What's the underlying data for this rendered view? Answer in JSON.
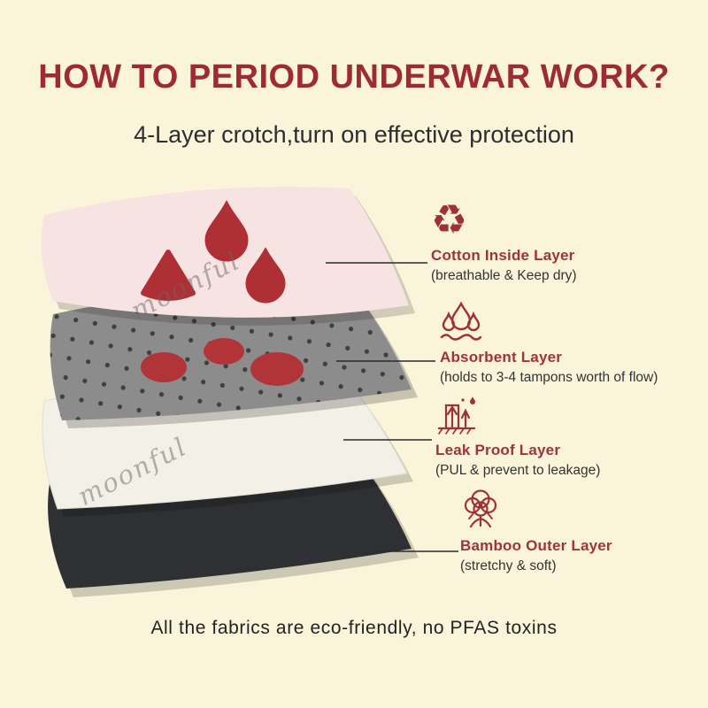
{
  "page": {
    "title": "HOW TO PERIOD UNDERWAR WORK?",
    "subtitle": "4-Layer crotch,turn on effective protection",
    "footer": "All the fabrics are eco-friendly, no PFAS toxins",
    "watermark": "moonful"
  },
  "labels": [
    {
      "icon": "recycle-icon",
      "glyph": "♻",
      "title": "Cotton Inside Layer",
      "description": "(breathable & Keep dry)"
    },
    {
      "icon": "absorbent-drops-icon",
      "title": "Absorbent Layer",
      "description": "(holds to 3-4 tampons worth of flow)"
    },
    {
      "icon": "leak-proof-icon",
      "title": "Leak Proof Layer",
      "description": "(PUL & prevent to leakage)"
    },
    {
      "icon": "cotton-flower-icon",
      "title": "Bamboo Outer Layer",
      "description": "(stretchy & soft)"
    }
  ],
  "diagram_layers": [
    {
      "name": "cotton-inside-sheet",
      "color": "#F7E3E2"
    },
    {
      "name": "absorbent-sheet",
      "color": "#8C8C8C"
    },
    {
      "name": "leak-proof-sheet",
      "color": "#F3F0E8"
    },
    {
      "name": "bamboo-outer-sheet",
      "color": "#2E3033"
    }
  ],
  "colors": {
    "background": "#FAF4DB",
    "title_red": "#9E2A35",
    "label_red": "#A0333A",
    "text_dark": "#2D2D2D",
    "blood_red": "#AE2F34",
    "icon_red": "#9E3039"
  }
}
